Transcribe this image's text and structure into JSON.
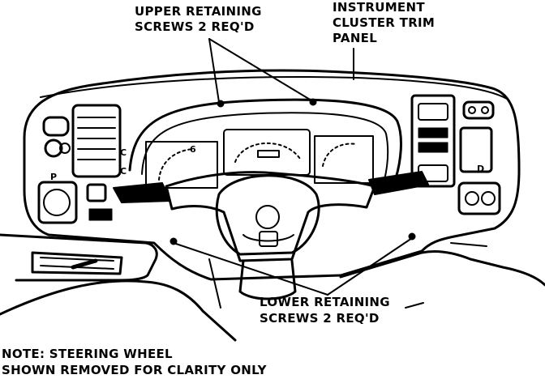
{
  "callouts": {
    "upper_screws": {
      "line1": "UPPER RETAINING",
      "line2": "SCREWS 2 REQ'D"
    },
    "trim_panel": {
      "line1": "INSTRUMENT",
      "line2": "CLUSTER TRIM",
      "line3": "PANEL"
    },
    "lower_screws": {
      "line1": "LOWER RETAINING",
      "line2": "SCREWS 2 REQ'D"
    }
  },
  "note": {
    "line1": "NOTE: STEERING WHEEL",
    "line2": "SHOWN REMOVED FOR CLARITY ONLY"
  },
  "gauge_marks": {
    "left_gauge": "6",
    "right_vent_c_top": "C",
    "right_vent_c_bottom": "C",
    "switch_p": "P",
    "switch_d": "D"
  },
  "colors": {
    "ink": "#000000",
    "paper": "#ffffff"
  }
}
